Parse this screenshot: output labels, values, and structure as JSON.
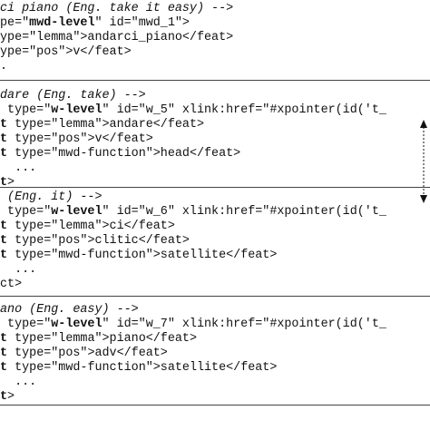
{
  "document": {
    "blocks": [
      {
        "lines": [
          [
            {
              "t": "ci piano (Eng. take it easy) -->",
              "i": true
            }
          ],
          [
            {
              "t": "pe=\""
            },
            {
              "t": "mwd-level",
              "b": true
            },
            {
              "t": "\" id=\"mwd_1\">"
            }
          ],
          [
            {
              "t": "ype=\"lemma\">andarci_piano</feat>"
            }
          ],
          [
            {
              "t": "ype=\"pos\">v</feat>"
            }
          ],
          [
            {
              "t": "."
            }
          ]
        ]
      },
      {
        "lines": [
          [
            {
              "t": "dare (Eng. take) -->",
              "i": true
            }
          ],
          [
            {
              "t": " type=\""
            },
            {
              "t": "w-level",
              "b": true
            },
            {
              "t": "\" id=\"w_5\" xlink:href=\"#xpointer(id('t_"
            }
          ],
          [
            {
              "t": "t",
              "b": true
            },
            {
              "t": " type=\"lemma\">andare</feat>"
            }
          ],
          [
            {
              "t": "t",
              "b": true
            },
            {
              "t": " type=\"pos\">v</feat>"
            }
          ],
          [
            {
              "t": "t",
              "b": true
            },
            {
              "t": " type=\"mwd-function\">head</feat>"
            }
          ],
          [
            {
              "t": "  ..."
            }
          ],
          [
            {
              "t": "t",
              "b": true
            },
            {
              "t": ">"
            }
          ]
        ]
      },
      {
        "lines": [
          [
            {
              "t": " (Eng. it) -->",
              "i": true
            }
          ],
          [
            {
              "t": " type=\""
            },
            {
              "t": "w-level",
              "b": true
            },
            {
              "t": "\" id=\"w_6\" xlink:href=\"#xpointer(id('t_"
            }
          ],
          [
            {
              "t": "t",
              "b": true
            },
            {
              "t": " type=\"lemma\">ci</feat>"
            }
          ],
          [
            {
              "t": "t",
              "b": true
            },
            {
              "t": " type=\"pos\">clitic</feat>"
            }
          ],
          [
            {
              "t": "t",
              "b": true
            },
            {
              "t": " type=\"mwd-function\">satellite</feat>"
            }
          ],
          [
            {
              "t": "  ..."
            }
          ],
          [
            {
              "t": "ct>"
            }
          ]
        ]
      },
      {
        "lines": [
          [
            {
              "t": "ano (Eng. easy) -->",
              "i": true
            }
          ],
          [
            {
              "t": " type=\""
            },
            {
              "t": "w-level",
              "b": true
            },
            {
              "t": "\" id=\"w_7\" xlink:href=\"#xpointer(id('t_"
            }
          ],
          [
            {
              "t": "t",
              "b": true
            },
            {
              "t": " type=\"lemma\">piano</feat>"
            }
          ],
          [
            {
              "t": "t",
              "b": true
            },
            {
              "t": " type=\"pos\">adv</feat>"
            }
          ],
          [
            {
              "t": "t",
              "b": true
            },
            {
              "t": " type=\"mwd-function\">satellite</feat>"
            }
          ],
          [
            {
              "t": "  ..."
            }
          ],
          [
            {
              "t": "t",
              "b": true
            },
            {
              "t": ">"
            }
          ]
        ]
      }
    ]
  },
  "colors": {
    "text": "#111111",
    "rule": "#444444",
    "background": "#ffffff"
  }
}
